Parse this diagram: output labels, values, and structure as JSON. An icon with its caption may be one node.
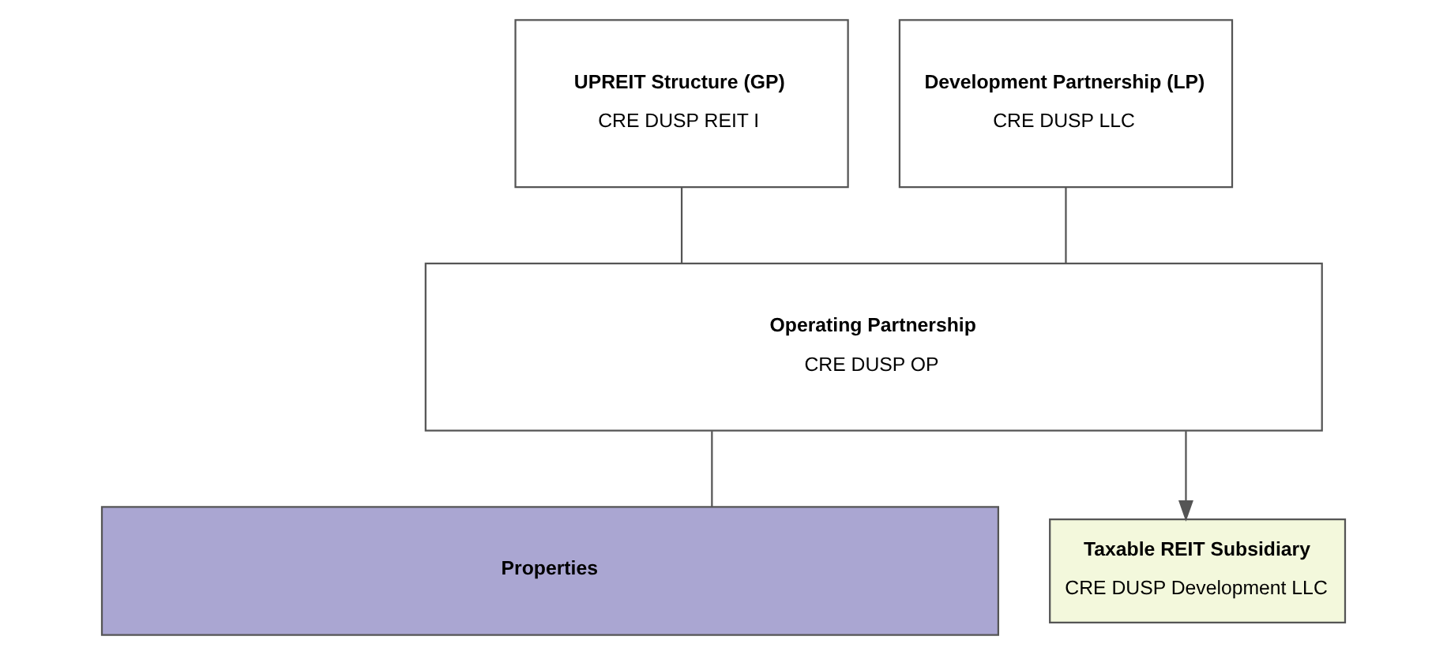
{
  "diagram": {
    "nodes": [
      {
        "text": [
          "UPREIT Structure (GP)",
          "CRE DUSP REIT I"
        ]
      },
      {
        "text": [
          "Development Partnership (LP)",
          "CRE DUSP LLC"
        ]
      },
      {
        "text": [
          "Operating Partnership",
          "CRE DUSP OP"
        ]
      },
      {
        "text": [
          "Properties"
        ]
      },
      {
        "text": [
          "Taxable REIT Subsidiary",
          "CRE DUSP Development LLC"
        ]
      }
    ],
    "edges": [
      {
        "from": 0,
        "to": 2,
        "arrow": "none"
      },
      {
        "from": 1,
        "to": 2,
        "arrow": "none"
      },
      {
        "from": 2,
        "to": 3,
        "arrow": "none"
      },
      {
        "from": 2,
        "to": 4,
        "arrow": "to"
      }
    ]
  }
}
